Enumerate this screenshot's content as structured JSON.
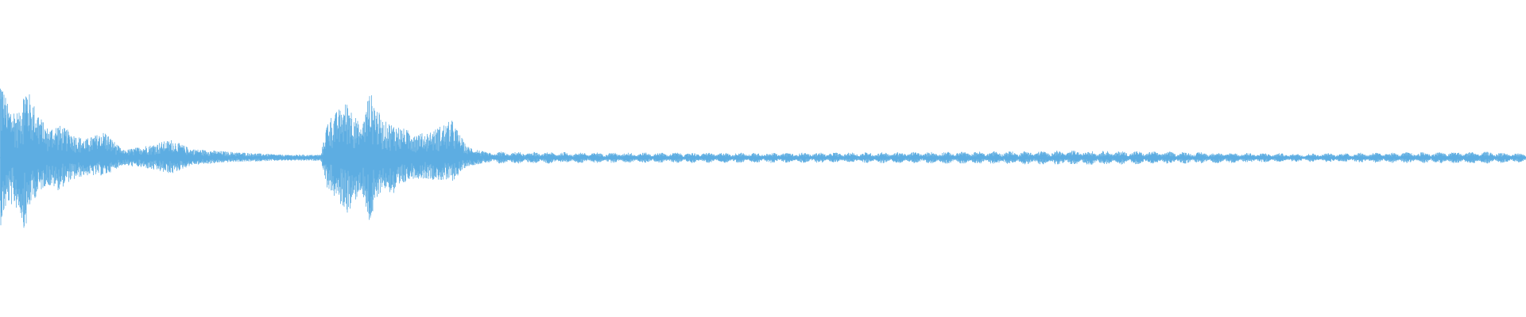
{
  "waveform": {
    "color": "#5dade2",
    "background": "#ffffff",
    "amplitude_profile": [
      {
        "t": 0.0,
        "up": 0.55,
        "down": 0.45
      },
      {
        "t": 0.005,
        "up": 0.35,
        "down": 0.3
      },
      {
        "t": 0.012,
        "up": 0.3,
        "down": 0.35
      },
      {
        "t": 0.016,
        "up": 0.5,
        "down": 0.5
      },
      {
        "t": 0.02,
        "up": 0.4,
        "down": 0.3
      },
      {
        "t": 0.03,
        "up": 0.2,
        "down": 0.18
      },
      {
        "t": 0.038,
        "up": 0.22,
        "down": 0.22
      },
      {
        "t": 0.045,
        "up": 0.18,
        "down": 0.16
      },
      {
        "t": 0.055,
        "up": 0.12,
        "down": 0.12
      },
      {
        "t": 0.068,
        "up": 0.18,
        "down": 0.12
      },
      {
        "t": 0.08,
        "up": 0.05,
        "down": 0.05
      },
      {
        "t": 0.095,
        "up": 0.08,
        "down": 0.07
      },
      {
        "t": 0.112,
        "up": 0.12,
        "down": 0.11
      },
      {
        "t": 0.125,
        "up": 0.06,
        "down": 0.05
      },
      {
        "t": 0.15,
        "up": 0.04,
        "down": 0.03
      },
      {
        "t": 0.185,
        "up": 0.02,
        "down": 0.02
      },
      {
        "t": 0.21,
        "up": 0.02,
        "down": 0.02
      },
      {
        "t": 0.214,
        "up": 0.25,
        "down": 0.2
      },
      {
        "t": 0.228,
        "up": 0.38,
        "down": 0.38
      },
      {
        "t": 0.236,
        "up": 0.2,
        "down": 0.22
      },
      {
        "t": 0.242,
        "up": 0.45,
        "down": 0.45
      },
      {
        "t": 0.25,
        "up": 0.25,
        "down": 0.2
      },
      {
        "t": 0.258,
        "up": 0.22,
        "down": 0.25
      },
      {
        "t": 0.268,
        "up": 0.18,
        "down": 0.14
      },
      {
        "t": 0.278,
        "up": 0.16,
        "down": 0.14
      },
      {
        "t": 0.296,
        "up": 0.25,
        "down": 0.16
      },
      {
        "t": 0.305,
        "up": 0.08,
        "down": 0.06
      },
      {
        "t": 0.32,
        "up": 0.03,
        "down": 0.03
      },
      {
        "t": 0.4,
        "up": 0.025,
        "down": 0.025
      },
      {
        "t": 0.55,
        "up": 0.025,
        "down": 0.025
      },
      {
        "t": 0.64,
        "up": 0.03,
        "down": 0.03
      },
      {
        "t": 0.71,
        "up": 0.035,
        "down": 0.035
      },
      {
        "t": 0.76,
        "up": 0.03,
        "down": 0.03
      },
      {
        "t": 0.85,
        "up": 0.02,
        "down": 0.02
      },
      {
        "t": 0.97,
        "up": 0.03,
        "down": 0.03
      },
      {
        "t": 1.0,
        "up": 0.02,
        "down": 0.02
      }
    ]
  }
}
